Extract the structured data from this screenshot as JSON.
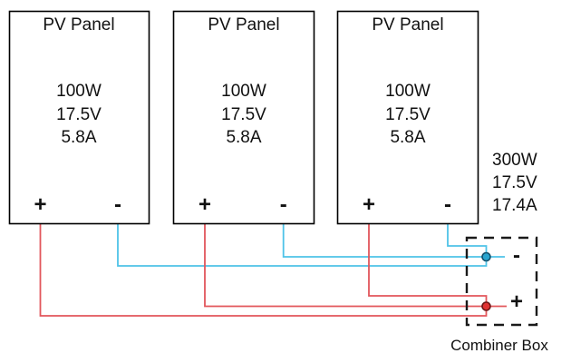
{
  "panels": [
    {
      "title": "PV Panel",
      "watts": "100W",
      "volts": "17.5V",
      "amps": "5.8A",
      "plus": "+",
      "minus": "-"
    },
    {
      "title": "PV Panel",
      "watts": "100W",
      "volts": "17.5V",
      "amps": "5.8A",
      "plus": "+",
      "minus": "-"
    },
    {
      "title": "PV Panel",
      "watts": "100W",
      "volts": "17.5V",
      "amps": "5.8A",
      "plus": "+",
      "minus": "-"
    }
  ],
  "output": {
    "watts": "300W",
    "volts": "17.5V",
    "amps": "17.4A"
  },
  "combiner": {
    "label": "Combiner Box",
    "minus": "-",
    "plus": "+"
  },
  "colors": {
    "positive_wire": "#e2565b",
    "negative_wire": "#4ec3e8",
    "positive_node": "#e03131",
    "negative_node": "#2aa5cf",
    "outline": "#000000"
  }
}
